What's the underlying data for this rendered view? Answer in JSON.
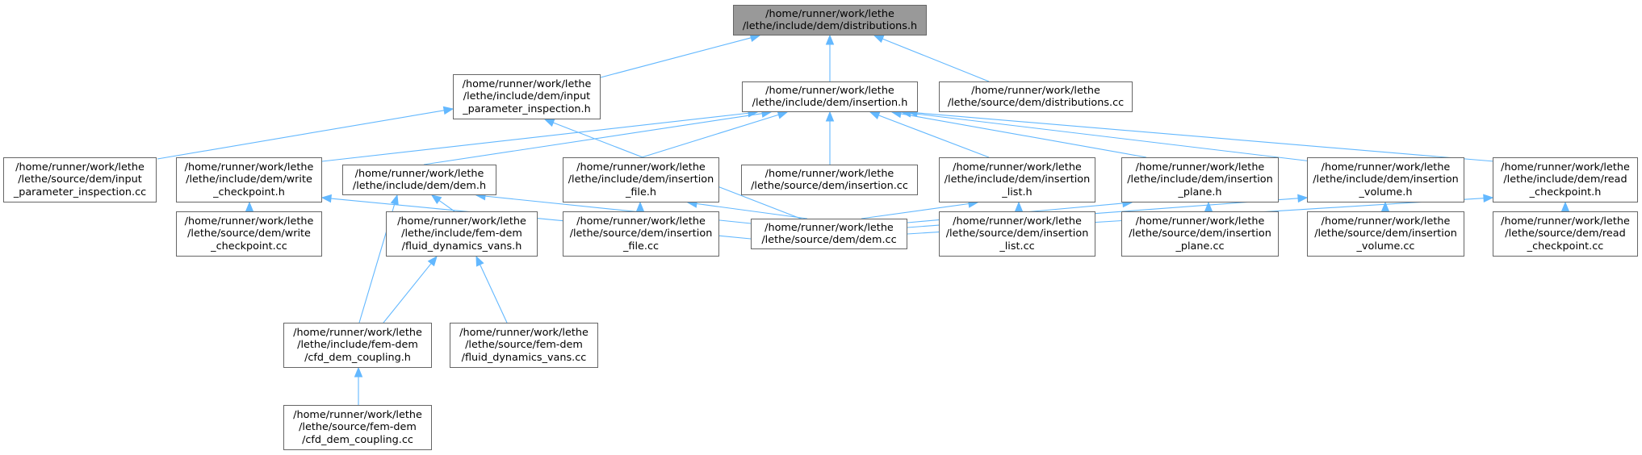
{
  "graph": {
    "edge_color": "#63b8ff",
    "node_border_color": "#666666",
    "root_fill": "#999999",
    "nodes": [
      {
        "id": "distributions_h",
        "root": true,
        "label": "/home/runner/work/lethe\n/lethe/include/dem/distributions.h"
      },
      {
        "id": "input_parameter_inspection_h",
        "label": "/home/runner/work/lethe\n/lethe/include/dem/input\n_parameter_inspection.h"
      },
      {
        "id": "insertion_h",
        "label": "/home/runner/work/lethe\n/lethe/include/dem/insertion.h"
      },
      {
        "id": "distributions_cc",
        "label": "/home/runner/work/lethe\n/lethe/source/dem/distributions.cc"
      },
      {
        "id": "input_parameter_inspection_cc",
        "label": "/home/runner/work/lethe\n/lethe/source/dem/input\n_parameter_inspection.cc"
      },
      {
        "id": "write_checkpoint_h",
        "label": "/home/runner/work/lethe\n/lethe/include/dem/write\n_checkpoint.h"
      },
      {
        "id": "dem_h",
        "label": "/home/runner/work/lethe\n/lethe/include/dem/dem.h"
      },
      {
        "id": "insertion_file_h",
        "label": "/home/runner/work/lethe\n/lethe/include/dem/insertion\n_file.h"
      },
      {
        "id": "insertion_cc",
        "label": "/home/runner/work/lethe\n/lethe/source/dem/insertion.cc"
      },
      {
        "id": "insertion_list_h",
        "label": "/home/runner/work/lethe\n/lethe/include/dem/insertion\n_list.h"
      },
      {
        "id": "insertion_plane_h",
        "label": "/home/runner/work/lethe\n/lethe/include/dem/insertion\n_plane.h"
      },
      {
        "id": "insertion_volume_h",
        "label": "/home/runner/work/lethe\n/lethe/include/dem/insertion\n_volume.h"
      },
      {
        "id": "read_checkpoint_h",
        "label": "/home/runner/work/lethe\n/lethe/include/dem/read\n_checkpoint.h"
      },
      {
        "id": "write_checkpoint_cc",
        "label": "/home/runner/work/lethe\n/lethe/source/dem/write\n_checkpoint.cc"
      },
      {
        "id": "fluid_dynamics_vans_h",
        "label": "/home/runner/work/lethe\n/lethe/include/fem-dem\n/fluid_dynamics_vans.h"
      },
      {
        "id": "insertion_file_cc",
        "label": "/home/runner/work/lethe\n/lethe/source/dem/insertion\n_file.cc"
      },
      {
        "id": "dem_cc",
        "label": "/home/runner/work/lethe\n/lethe/source/dem/dem.cc"
      },
      {
        "id": "insertion_list_cc",
        "label": "/home/runner/work/lethe\n/lethe/source/dem/insertion\n_list.cc"
      },
      {
        "id": "insertion_plane_cc",
        "label": "/home/runner/work/lethe\n/lethe/source/dem/insertion\n_plane.cc"
      },
      {
        "id": "insertion_volume_cc",
        "label": "/home/runner/work/lethe\n/lethe/source/dem/insertion\n_volume.cc"
      },
      {
        "id": "read_checkpoint_cc",
        "label": "/home/runner/work/lethe\n/lethe/source/dem/read\n_checkpoint.cc"
      },
      {
        "id": "cfd_dem_coupling_h",
        "label": "/home/runner/work/lethe\n/lethe/include/fem-dem\n/cfd_dem_coupling.h"
      },
      {
        "id": "fluid_dynamics_vans_cc",
        "label": "/home/runner/work/lethe\n/lethe/source/fem-dem\n/fluid_dynamics_vans.cc"
      },
      {
        "id": "cfd_dem_coupling_cc",
        "label": "/home/runner/work/lethe\n/lethe/source/fem-dem\n/cfd_dem_coupling.cc"
      }
    ],
    "edges": [
      {
        "from": "input_parameter_inspection_h",
        "to": "distributions_h"
      },
      {
        "from": "insertion_h",
        "to": "distributions_h"
      },
      {
        "from": "distributions_cc",
        "to": "distributions_h"
      },
      {
        "from": "input_parameter_inspection_cc",
        "to": "input_parameter_inspection_h"
      },
      {
        "from": "dem_cc",
        "to": "input_parameter_inspection_h"
      },
      {
        "from": "write_checkpoint_h",
        "to": "insertion_h"
      },
      {
        "from": "dem_h",
        "to": "insertion_h"
      },
      {
        "from": "insertion_file_h",
        "to": "insertion_h"
      },
      {
        "from": "insertion_cc",
        "to": "insertion_h"
      },
      {
        "from": "insertion_list_h",
        "to": "insertion_h"
      },
      {
        "from": "insertion_plane_h",
        "to": "insertion_h"
      },
      {
        "from": "insertion_volume_h",
        "to": "insertion_h"
      },
      {
        "from": "read_checkpoint_h",
        "to": "insertion_h"
      },
      {
        "from": "write_checkpoint_cc",
        "to": "write_checkpoint_h"
      },
      {
        "from": "dem_cc",
        "to": "write_checkpoint_h"
      },
      {
        "from": "fluid_dynamics_vans_h",
        "to": "dem_h"
      },
      {
        "from": "cfd_dem_coupling_h",
        "to": "dem_h"
      },
      {
        "from": "dem_cc",
        "to": "dem_h"
      },
      {
        "from": "insertion_file_cc",
        "to": "insertion_file_h"
      },
      {
        "from": "dem_cc",
        "to": "insertion_file_h"
      },
      {
        "from": "dem_cc",
        "to": "insertion_list_h"
      },
      {
        "from": "insertion_list_cc",
        "to": "insertion_list_h"
      },
      {
        "from": "dem_cc",
        "to": "insertion_plane_h"
      },
      {
        "from": "insertion_plane_cc",
        "to": "insertion_plane_h"
      },
      {
        "from": "dem_cc",
        "to": "insertion_volume_h"
      },
      {
        "from": "insertion_volume_cc",
        "to": "insertion_volume_h"
      },
      {
        "from": "dem_cc",
        "to": "read_checkpoint_h"
      },
      {
        "from": "read_checkpoint_cc",
        "to": "read_checkpoint_h"
      },
      {
        "from": "cfd_dem_coupling_h",
        "to": "fluid_dynamics_vans_h"
      },
      {
        "from": "fluid_dynamics_vans_cc",
        "to": "fluid_dynamics_vans_h"
      },
      {
        "from": "cfd_dem_coupling_cc",
        "to": "cfd_dem_coupling_h"
      }
    ]
  }
}
